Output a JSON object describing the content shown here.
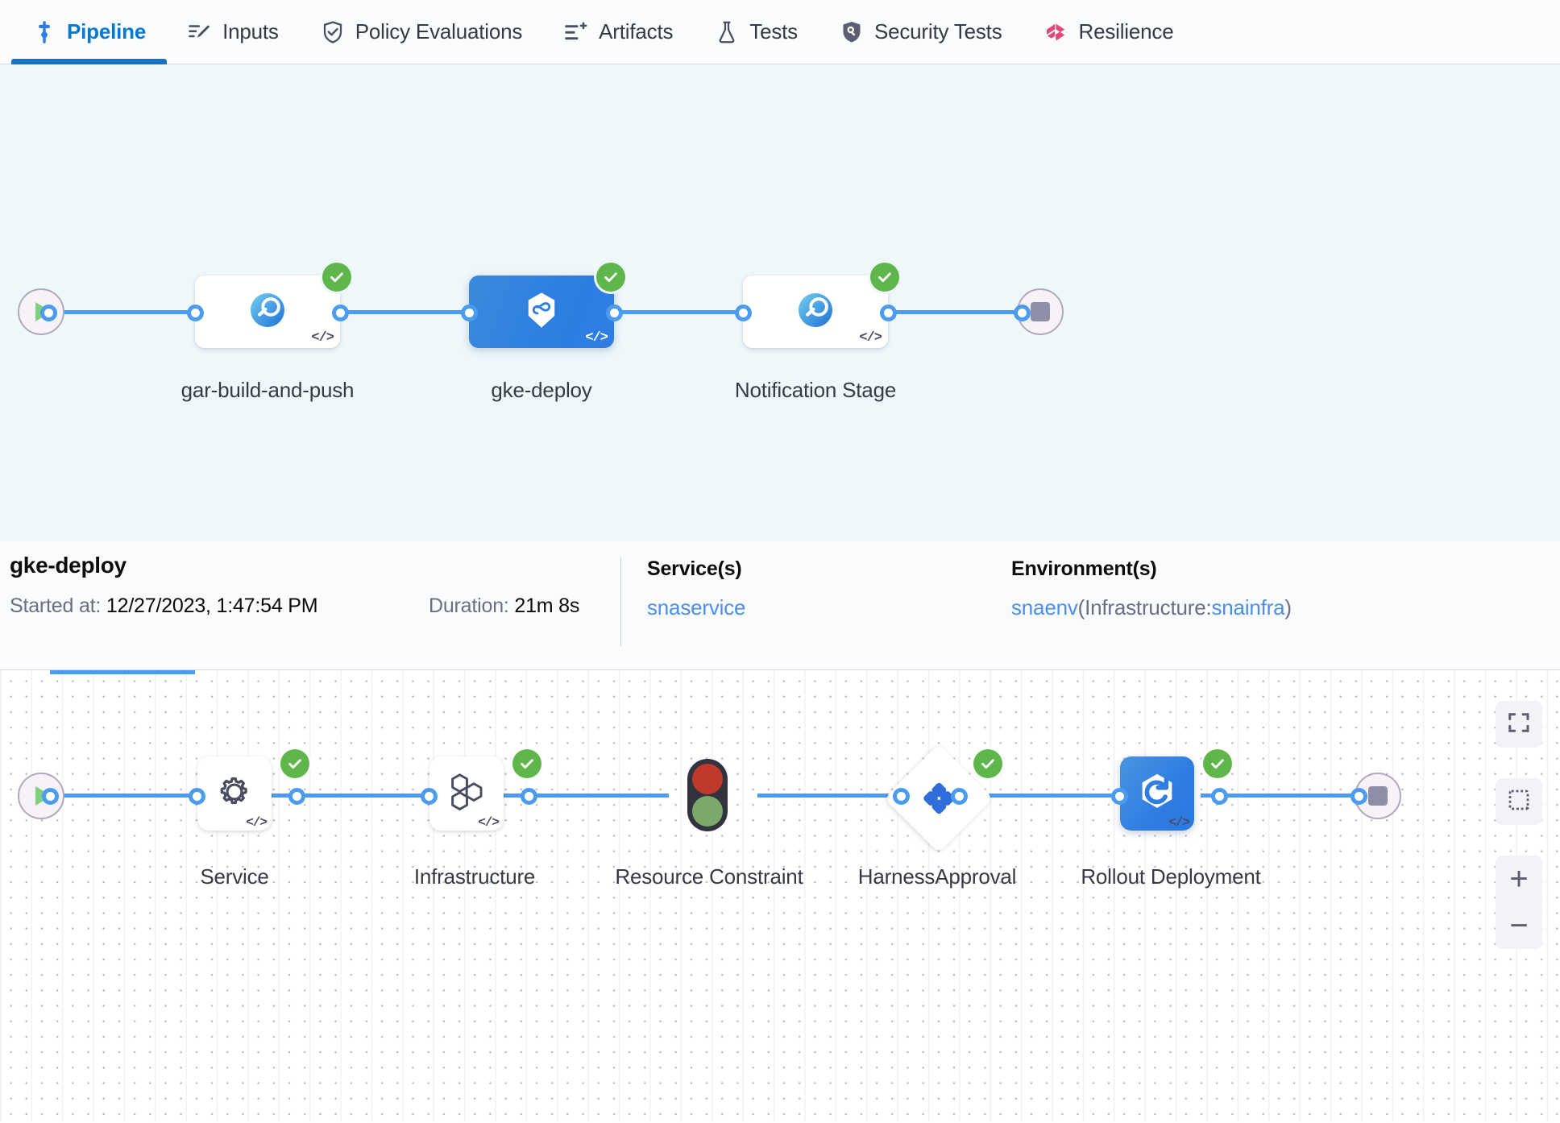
{
  "tabs": [
    {
      "label": "Pipeline",
      "icon": "pipeline-icon",
      "active": true
    },
    {
      "label": "Inputs",
      "icon": "inputs-icon",
      "active": false
    },
    {
      "label": "Policy Evaluations",
      "icon": "policy-shield-icon",
      "active": false
    },
    {
      "label": "Artifacts",
      "icon": "artifacts-icon",
      "active": false
    },
    {
      "label": "Tests",
      "icon": "flask-icon",
      "active": false
    },
    {
      "label": "Security Tests",
      "icon": "security-shield-icon",
      "active": false
    },
    {
      "label": "Resilience",
      "icon": "resilience-icon",
      "active": false
    }
  ],
  "pipeline": {
    "start_icon": "play-icon",
    "end_icon": "stop-icon",
    "stages": [
      {
        "label": "gar-build-and-push",
        "icon": "build-circle-icon",
        "status": "success",
        "selected": false,
        "code_badge": "</>"
      },
      {
        "label": "gke-deploy",
        "icon": "deploy-hex-icon",
        "status": "success",
        "selected": true,
        "code_badge": "</>"
      },
      {
        "label": "Notification Stage",
        "icon": "build-circle-icon",
        "status": "success",
        "selected": false,
        "code_badge": "</>"
      }
    ]
  },
  "details": {
    "title": "gke-deploy",
    "started_key": "Started at:",
    "started_value": "12/27/2023, 1:47:54 PM",
    "duration_key": "Duration:",
    "duration_value": "21m 8s",
    "services_head": "Service(s)",
    "service_name": "snaservice",
    "environments_head": "Environment(s)",
    "env_name": "snaenv",
    "env_infra_prefix": "(Infrastructure:",
    "env_infra_name": "snainfra",
    "env_infra_suffix": ")"
  },
  "execution": {
    "start_icon": "play-icon",
    "end_icon": "stop-icon",
    "steps": [
      {
        "label": "Service",
        "icon": "gear-icon",
        "shape": "card",
        "status": "success",
        "selected": false,
        "code_badge": "</>"
      },
      {
        "label": "Infrastructure",
        "icon": "hexagons-icon",
        "shape": "card",
        "status": "success",
        "selected": false,
        "code_badge": "</>"
      },
      {
        "label": "Resource Constraint",
        "icon": "traffic-light-icon",
        "shape": "barrier",
        "status": "none",
        "selected": false,
        "code_badge": ""
      },
      {
        "label": "HarnessApproval",
        "icon": "approval-icon",
        "shape": "diamond",
        "status": "success",
        "selected": false,
        "code_badge": ""
      },
      {
        "label": "Rollout Deployment",
        "icon": "rollout-hex-icon",
        "shape": "card",
        "status": "success",
        "selected": true,
        "code_badge": "</>"
      }
    ]
  },
  "controls": [
    {
      "name": "fit-to-screen-button",
      "icon": "fullscreen-icon"
    },
    {
      "name": "select-area-button",
      "icon": "marquee-select-icon"
    },
    {
      "name": "zoom-in-button",
      "icon": "plus-icon",
      "glyph": "+"
    },
    {
      "name": "zoom-out-button",
      "icon": "minus-icon",
      "glyph": "−"
    }
  ],
  "colors": {
    "accent_blue": "#0278d5",
    "link_blue": "#4a8ff0",
    "connector_blue": "#4b9cf0",
    "success_green": "#5fb64a",
    "selected_node": "#2f7de2",
    "canvas_top_bg": "#eef7fa",
    "traffic_red": "#c0392b",
    "traffic_green": "#7ba96a"
  }
}
